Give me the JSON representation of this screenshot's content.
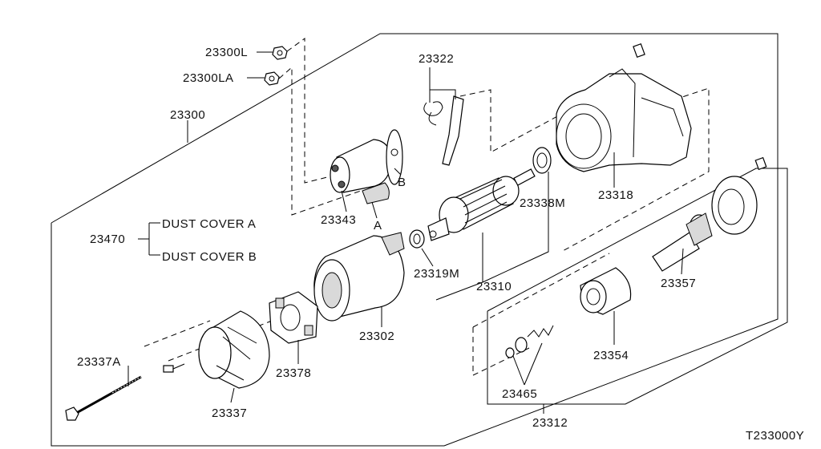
{
  "diagram": {
    "labels": {
      "p23300L": "23300L",
      "p23300LA": "23300LA",
      "p23300": "23300",
      "p23322": "23322",
      "p23318": "23318",
      "p23338M": "23338M",
      "p23343": "23343",
      "markA": "A",
      "markB": "B",
      "p23470": "23470",
      "dustCoverA": "DUST COVER A",
      "dustCoverB": "DUST COVER B",
      "p23319M": "23319M",
      "p23310": "23310",
      "p23357": "23357",
      "p23302": "23302",
      "p23354": "23354",
      "p23337A": "23337A",
      "p23378": "23378",
      "p23465": "23465",
      "p23337": "23337",
      "p23312": "23312",
      "diagramCode": "T233000Y"
    }
  }
}
